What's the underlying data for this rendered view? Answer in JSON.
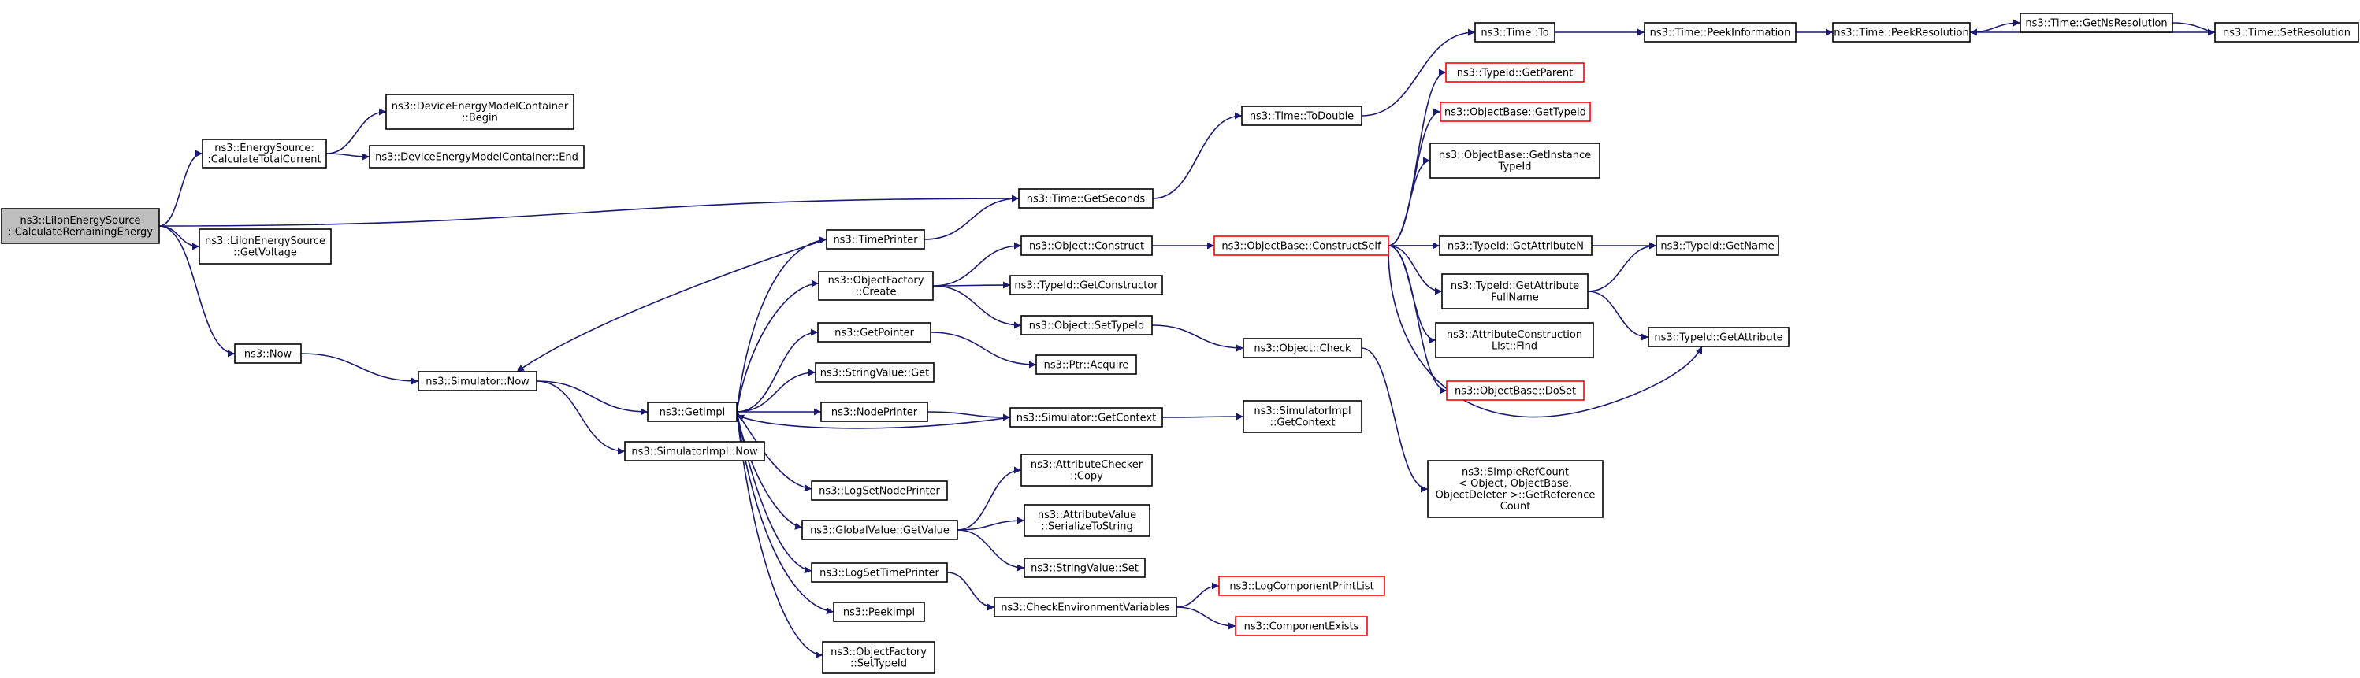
{
  "colors": {
    "edge": "#191970",
    "node_fill": "#ffffff",
    "node_border": "#000000",
    "node_truncated_border": "#ff0000",
    "root_fill": "#bfbfbf",
    "text": "#000000"
  },
  "nodes": [
    {
      "id": "root",
      "lines": [
        "ns3::LiIonEnergySource",
        "::CalculateRemainingEnergy"
      ],
      "style": "root"
    },
    {
      "id": "es_calc",
      "lines": [
        "ns3::EnergySource:",
        ":CalculateTotalCurrent"
      ],
      "style": "normal"
    },
    {
      "id": "dem_begin",
      "lines": [
        "ns3::DeviceEnergyModelContainer",
        "::Begin"
      ],
      "style": "normal"
    },
    {
      "id": "dem_end",
      "lines": [
        "ns3::DeviceEnergyModelContainer::End"
      ],
      "style": "normal"
    },
    {
      "id": "li_volt",
      "lines": [
        "ns3::LiIonEnergySource",
        "::GetVoltage"
      ],
      "style": "normal"
    },
    {
      "id": "now",
      "lines": [
        "ns3::Now"
      ],
      "style": "normal"
    },
    {
      "id": "sim_now",
      "lines": [
        "ns3::Simulator::Now"
      ],
      "style": "normal"
    },
    {
      "id": "getimpl",
      "lines": [
        "ns3::GetImpl"
      ],
      "style": "normal"
    },
    {
      "id": "simimpl_now",
      "lines": [
        "ns3::SimulatorImpl::Now"
      ],
      "style": "normal"
    },
    {
      "id": "timeprinter",
      "lines": [
        "ns3::TimePrinter"
      ],
      "style": "normal"
    },
    {
      "id": "of_create",
      "lines": [
        "ns3::ObjectFactory",
        "::Create"
      ],
      "style": "normal"
    },
    {
      "id": "getpointer",
      "lines": [
        "ns3::GetPointer"
      ],
      "style": "normal"
    },
    {
      "id": "sv_get",
      "lines": [
        "ns3::StringValue::Get"
      ],
      "style": "normal"
    },
    {
      "id": "nodeprinter",
      "lines": [
        "ns3::NodePrinter"
      ],
      "style": "normal"
    },
    {
      "id": "logsetnode",
      "lines": [
        "ns3::LogSetNodePrinter"
      ],
      "style": "normal"
    },
    {
      "id": "gv_getvalue",
      "lines": [
        "ns3::GlobalValue::GetValue"
      ],
      "style": "normal"
    },
    {
      "id": "logsettime",
      "lines": [
        "ns3::LogSetTimePrinter"
      ],
      "style": "normal"
    },
    {
      "id": "peekimpl",
      "lines": [
        "ns3::PeekImpl"
      ],
      "style": "normal"
    },
    {
      "id": "of_settypeid",
      "lines": [
        "ns3::ObjectFactory",
        "::SetTypeId"
      ],
      "style": "normal"
    },
    {
      "id": "time_getseconds",
      "lines": [
        "ns3::Time::GetSeconds"
      ],
      "style": "normal"
    },
    {
      "id": "obj_construct",
      "lines": [
        "ns3::Object::Construct"
      ],
      "style": "normal"
    },
    {
      "id": "tid_getctor",
      "lines": [
        "ns3::TypeId::GetConstructor"
      ],
      "style": "normal"
    },
    {
      "id": "obj_settypeid",
      "lines": [
        "ns3::Object::SetTypeId"
      ],
      "style": "normal"
    },
    {
      "id": "ptr_acquire",
      "lines": [
        "ns3::Ptr::Acquire"
      ],
      "style": "normal"
    },
    {
      "id": "sim_getcontext",
      "lines": [
        "ns3::Simulator::GetContext"
      ],
      "style": "normal"
    },
    {
      "id": "attrchecker_copy",
      "lines": [
        "ns3::AttributeChecker",
        "::Copy"
      ],
      "style": "normal"
    },
    {
      "id": "attrvalue_ser",
      "lines": [
        "ns3::AttributeValue",
        "::SerializeToString"
      ],
      "style": "normal"
    },
    {
      "id": "sv_set",
      "lines": [
        "ns3::StringValue::Set"
      ],
      "style": "normal"
    },
    {
      "id": "checkenv",
      "lines": [
        "ns3::CheckEnvironmentVariables"
      ],
      "style": "normal"
    },
    {
      "id": "time_todouble",
      "lines": [
        "ns3::Time::ToDouble"
      ],
      "style": "normal"
    },
    {
      "id": "ob_constructself",
      "lines": [
        "ns3::ObjectBase::ConstructSelf"
      ],
      "style": "truncated"
    },
    {
      "id": "obj_check",
      "lines": [
        "ns3::Object::Check"
      ],
      "style": "normal"
    },
    {
      "id": "simimpl_getcontext",
      "lines": [
        "ns3::SimulatorImpl",
        "::GetContext"
      ],
      "style": "normal"
    },
    {
      "id": "logcomp_printlist",
      "lines": [
        "ns3::LogComponentPrintList"
      ],
      "style": "truncated"
    },
    {
      "id": "comp_exists",
      "lines": [
        "ns3::ComponentExists"
      ],
      "style": "truncated"
    },
    {
      "id": "time_to",
      "lines": [
        "ns3::Time::To"
      ],
      "style": "normal"
    },
    {
      "id": "tid_getparent",
      "lines": [
        "ns3::TypeId::GetParent"
      ],
      "style": "truncated"
    },
    {
      "id": "ob_gettypeid",
      "lines": [
        "ns3::ObjectBase::GetTypeId"
      ],
      "style": "truncated"
    },
    {
      "id": "ob_getinstance",
      "lines": [
        "ns3::ObjectBase::GetInstance",
        "TypeId"
      ],
      "style": "normal"
    },
    {
      "id": "tid_getattrn",
      "lines": [
        "ns3::TypeId::GetAttributeN"
      ],
      "style": "normal"
    },
    {
      "id": "tid_getattrfull",
      "lines": [
        "ns3::TypeId::GetAttribute",
        "FullName"
      ],
      "style": "normal"
    },
    {
      "id": "acl_find",
      "lines": [
        "ns3::AttributeConstruction",
        "List::Find"
      ],
      "style": "normal"
    },
    {
      "id": "ob_doset",
      "lines": [
        "ns3::ObjectBase::DoSet"
      ],
      "style": "truncated"
    },
    {
      "id": "srefcount",
      "lines": [
        "ns3::SimpleRefCount",
        "< Object, ObjectBase,",
        " ObjectDeleter >::GetReference",
        "Count"
      ],
      "style": "normal"
    },
    {
      "id": "time_peekinfo",
      "lines": [
        "ns3::Time::PeekInformation"
      ],
      "style": "normal"
    },
    {
      "id": "time_peekres",
      "lines": [
        "ns3::Time::PeekResolution"
      ],
      "style": "normal"
    },
    {
      "id": "time_getnsres",
      "lines": [
        "ns3::Time::GetNsResolution"
      ],
      "style": "normal"
    },
    {
      "id": "time_setres",
      "lines": [
        "ns3::Time::SetResolution"
      ],
      "style": "normal"
    },
    {
      "id": "tid_getname",
      "lines": [
        "ns3::TypeId::GetName"
      ],
      "style": "normal"
    },
    {
      "id": "tid_getattr",
      "lines": [
        "ns3::TypeId::GetAttribute"
      ],
      "style": "normal"
    }
  ],
  "edges": [
    [
      "root",
      "es_calc"
    ],
    [
      "root",
      "li_volt"
    ],
    [
      "root",
      "now"
    ],
    [
      "root",
      "time_getseconds"
    ],
    [
      "es_calc",
      "dem_begin"
    ],
    [
      "es_calc",
      "dem_end"
    ],
    [
      "now",
      "sim_now"
    ],
    [
      "sim_now",
      "getimpl"
    ],
    [
      "sim_now",
      "simimpl_now"
    ],
    [
      "getimpl",
      "timeprinter"
    ],
    [
      "getimpl",
      "of_create"
    ],
    [
      "getimpl",
      "getpointer"
    ],
    [
      "getimpl",
      "sv_get"
    ],
    [
      "getimpl",
      "nodeprinter"
    ],
    [
      "getimpl",
      "logsetnode"
    ],
    [
      "getimpl",
      "gv_getvalue"
    ],
    [
      "getimpl",
      "logsettime"
    ],
    [
      "getimpl",
      "peekimpl"
    ],
    [
      "getimpl",
      "of_settypeid"
    ],
    [
      "timeprinter",
      "sim_now"
    ],
    [
      "timeprinter",
      "time_getseconds"
    ],
    [
      "of_create",
      "obj_construct"
    ],
    [
      "of_create",
      "tid_getctor"
    ],
    [
      "of_create",
      "obj_settypeid"
    ],
    [
      "getpointer",
      "ptr_acquire"
    ],
    [
      "nodeprinter",
      "sim_getcontext"
    ],
    [
      "sim_getcontext",
      "getimpl"
    ],
    [
      "sim_getcontext",
      "simimpl_getcontext"
    ],
    [
      "gv_getvalue",
      "attrchecker_copy"
    ],
    [
      "gv_getvalue",
      "attrvalue_ser"
    ],
    [
      "gv_getvalue",
      "sv_set"
    ],
    [
      "logsettime",
      "checkenv"
    ],
    [
      "checkenv",
      "logcomp_printlist"
    ],
    [
      "checkenv",
      "comp_exists"
    ],
    [
      "time_getseconds",
      "time_todouble"
    ],
    [
      "time_todouble",
      "time_to"
    ],
    [
      "time_to",
      "time_peekinfo"
    ],
    [
      "time_peekinfo",
      "time_peekres"
    ],
    [
      "time_peekres",
      "time_getnsres"
    ],
    [
      "time_getnsres",
      "time_setres"
    ],
    [
      "time_setres",
      "time_peekres"
    ],
    [
      "obj_construct",
      "ob_constructself"
    ],
    [
      "obj_settypeid",
      "obj_check"
    ],
    [
      "obj_check",
      "srefcount"
    ],
    [
      "ob_constructself",
      "tid_getparent"
    ],
    [
      "ob_constructself",
      "ob_gettypeid"
    ],
    [
      "ob_constructself",
      "ob_getinstance"
    ],
    [
      "ob_constructself",
      "tid_getattrn"
    ],
    [
      "ob_constructself",
      "tid_getattrfull"
    ],
    [
      "ob_constructself",
      "acl_find"
    ],
    [
      "ob_constructself",
      "ob_doset"
    ],
    [
      "ob_constructself",
      "tid_getname"
    ],
    [
      "ob_constructself",
      "tid_getattr"
    ],
    [
      "tid_getattrfull",
      "tid_getname"
    ],
    [
      "tid_getattrfull",
      "tid_getattr"
    ]
  ]
}
